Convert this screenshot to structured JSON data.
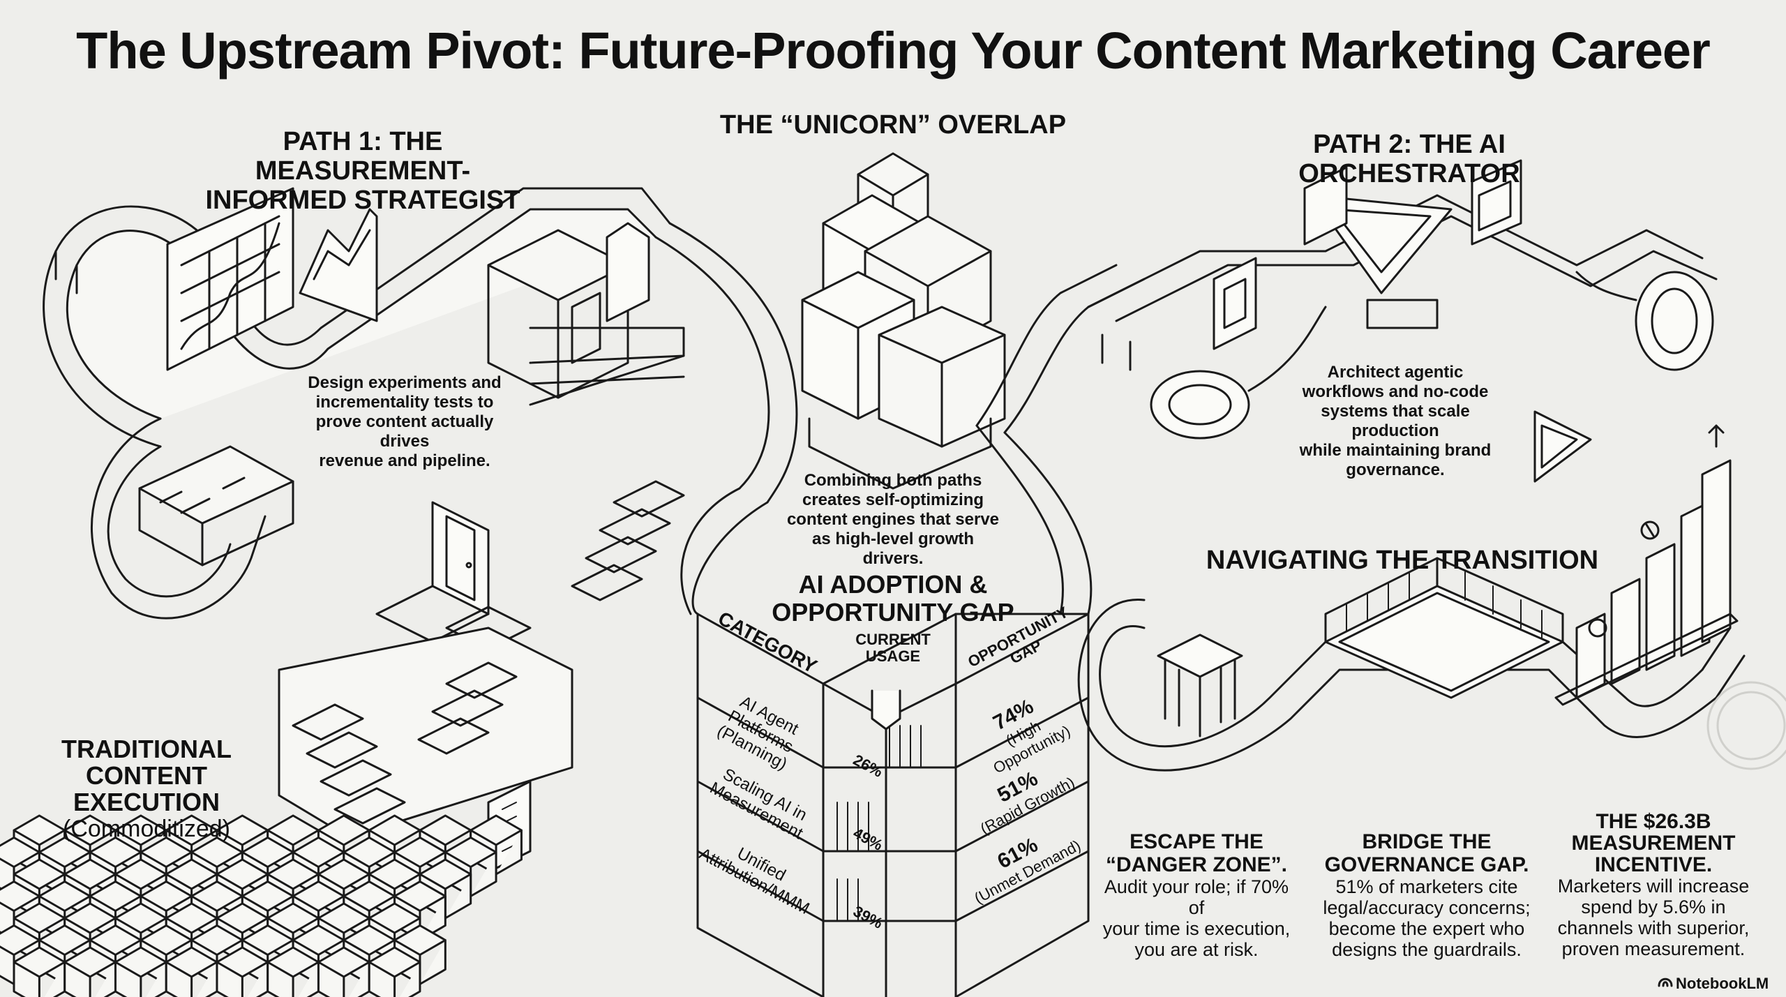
{
  "title": "The Upstream Pivot: Future-Proofing Your Content Marketing Career",
  "path1": {
    "heading_line1": "PATH 1: THE MEASUREMENT-",
    "heading_line2": "INFORMED STRATEGIST",
    "desc_lines": [
      "Design experiments and",
      "incrementality tests to",
      "prove content actually drives",
      "revenue and pipeline."
    ]
  },
  "unicorn": {
    "heading": "THE “UNICORN” OVERLAP",
    "desc_lines": [
      "Combining both paths",
      "creates self-optimizing",
      "content engines that serve",
      "as high-level growth drivers."
    ]
  },
  "path2": {
    "heading": "PATH 2: THE AI ORCHESTRATOR",
    "desc_lines": [
      "Architect agentic",
      "workflows and no-code",
      "systems that scale production",
      "while maintaining brand",
      "governance."
    ]
  },
  "traditional": {
    "line1": "TRADITIONAL",
    "line2": "CONTENT EXECUTION",
    "line3": "(Commoditized)"
  },
  "adoption_table": {
    "heading_line1": "AI ADOPTION &",
    "heading_line2": "OPPORTUNITY GAP",
    "col_category": "CATEGORY",
    "col_usage_line1": "CURRENT",
    "col_usage_line2": "USAGE",
    "col_gap_line1": "OPPORTUNITY",
    "col_gap_line2": "GAP",
    "rows": [
      {
        "cat_lines": [
          "AI Agent",
          "Platforms",
          "(Planning)"
        ],
        "usage": "26%",
        "gap": "74%",
        "gap_note": "(High Opportunity)"
      },
      {
        "cat_lines": [
          "Scaling AI in",
          "Measurement"
        ],
        "usage": "49%",
        "gap": "51%",
        "gap_note": "(Rapid Growth)"
      },
      {
        "cat_lines": [
          "Unified",
          "Attribution/MMM"
        ],
        "usage": "39%",
        "gap": "61%",
        "gap_note": "(Unmet Demand)"
      }
    ]
  },
  "transition": {
    "heading": "NAVIGATING THE TRANSITION",
    "items": [
      {
        "heading_lines": [
          "ESCAPE THE",
          "“DANGER ZONE”."
        ],
        "body_lines": [
          "Audit your role; if 70% of",
          "your time is execution,",
          "you are at risk."
        ]
      },
      {
        "heading_lines": [
          "BRIDGE THE",
          "GOVERNANCE GAP."
        ],
        "body_lines": [
          "51% of marketers cite",
          "legal/accuracy concerns;",
          "become the expert who",
          "designs the guardrails."
        ]
      },
      {
        "heading_lines": [
          "THE $26.3B",
          "MEASUREMENT",
          "INCENTIVE."
        ],
        "body_lines": [
          "Marketers will increase",
          "spend by 5.6% in",
          "channels with superior,",
          "proven measurement."
        ]
      }
    ]
  },
  "brand": "NotebookLM"
}
